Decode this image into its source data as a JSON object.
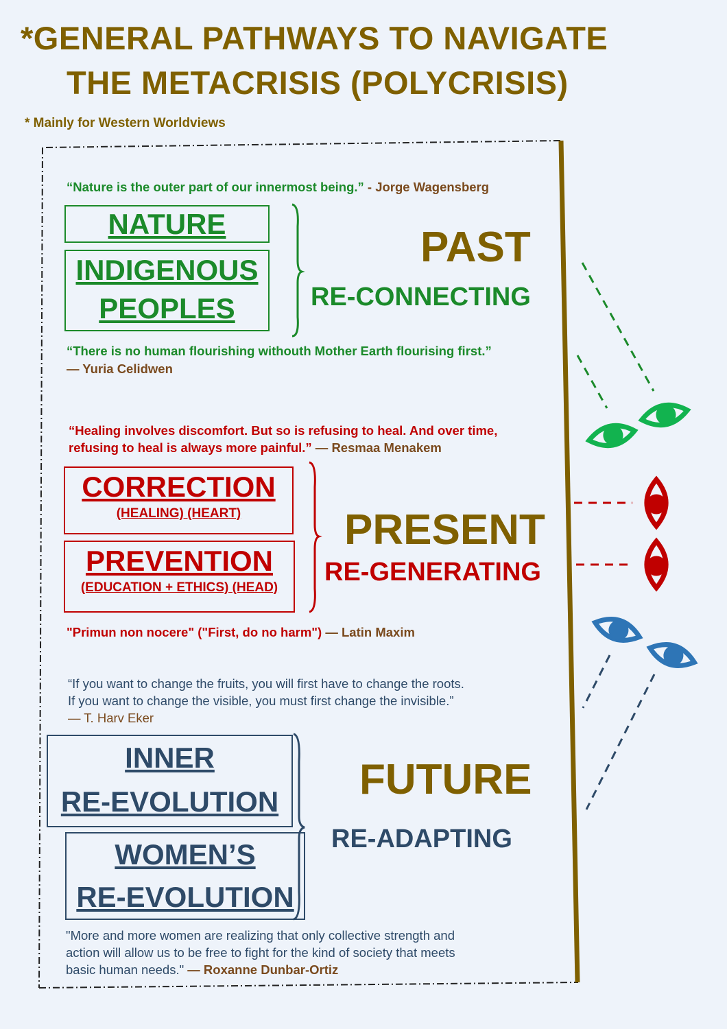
{
  "title": {
    "line1": "*GENERAL PATHWAYS TO NAVIGATE",
    "line2": "THE METACRISIS (POLYCRISIS)",
    "note": "* Mainly for Western Worldviews"
  },
  "past": {
    "quote_top": {
      "text": "“Nature is the outer part of our innermost being.”",
      "author": " - Jorge Wagensberg"
    },
    "boxes": [
      "NATURE",
      "INDIGENOUS",
      "PEOPLES"
    ],
    "heading": "PAST",
    "subheading": "RE-CONNECTING",
    "quote_bottom": {
      "text": "“There is no human flourishing withouth Mother Earth flourising first.”",
      "author": "— Yuria Celidwen"
    }
  },
  "present": {
    "quote_top": {
      "line1": "“Healing involves discomfort. But so is refusing to heal. And over time,",
      "line2": "refusing to heal is always more painful.”",
      "author": " — Resmaa Menakem"
    },
    "boxes": [
      {
        "title": "CORRECTION",
        "sub": "(HEALING) (HEART)"
      },
      {
        "title": "PREVENTION",
        "sub": "(EDUCATION + ETHICS) (HEAD)"
      }
    ],
    "heading": "PRESENT",
    "subheading": "RE-GENERATING",
    "quote_bottom": {
      "text": "\"Primun non nocere\" (\"First, do no harm\")",
      "author": " — Latin Maxim"
    }
  },
  "future": {
    "quote_top": {
      "line1": "“If you want to change the fruits, you will first have to change the roots.",
      "line2": "If you want to change the visible, you must first change the invisible.”",
      "author": "— T. Harv Eker"
    },
    "boxes": [
      {
        "line1": "INNER",
        "line2": "RE-EVOLUTION"
      },
      {
        "line1": "WOMEN’S",
        "line2": "RE-EVOLUTION"
      }
    ],
    "heading": "FUTURE",
    "subheading": "RE-ADAPTING",
    "quote_bottom": {
      "line1": "\"More and more women are realizing that only collective strength and",
      "line2": "action will allow us to be free to fight for the kind of society that meets",
      "line3": "basic human needs.\"",
      "author": " — Roxanne Dunbar-Ortiz"
    }
  },
  "colors": {
    "gold": "#7f6000",
    "green": "#1b8a2a",
    "red": "#c00000",
    "navy": "#2e4a68",
    "eye_green": "#12b34f",
    "eye_blue": "#2e75b6"
  }
}
